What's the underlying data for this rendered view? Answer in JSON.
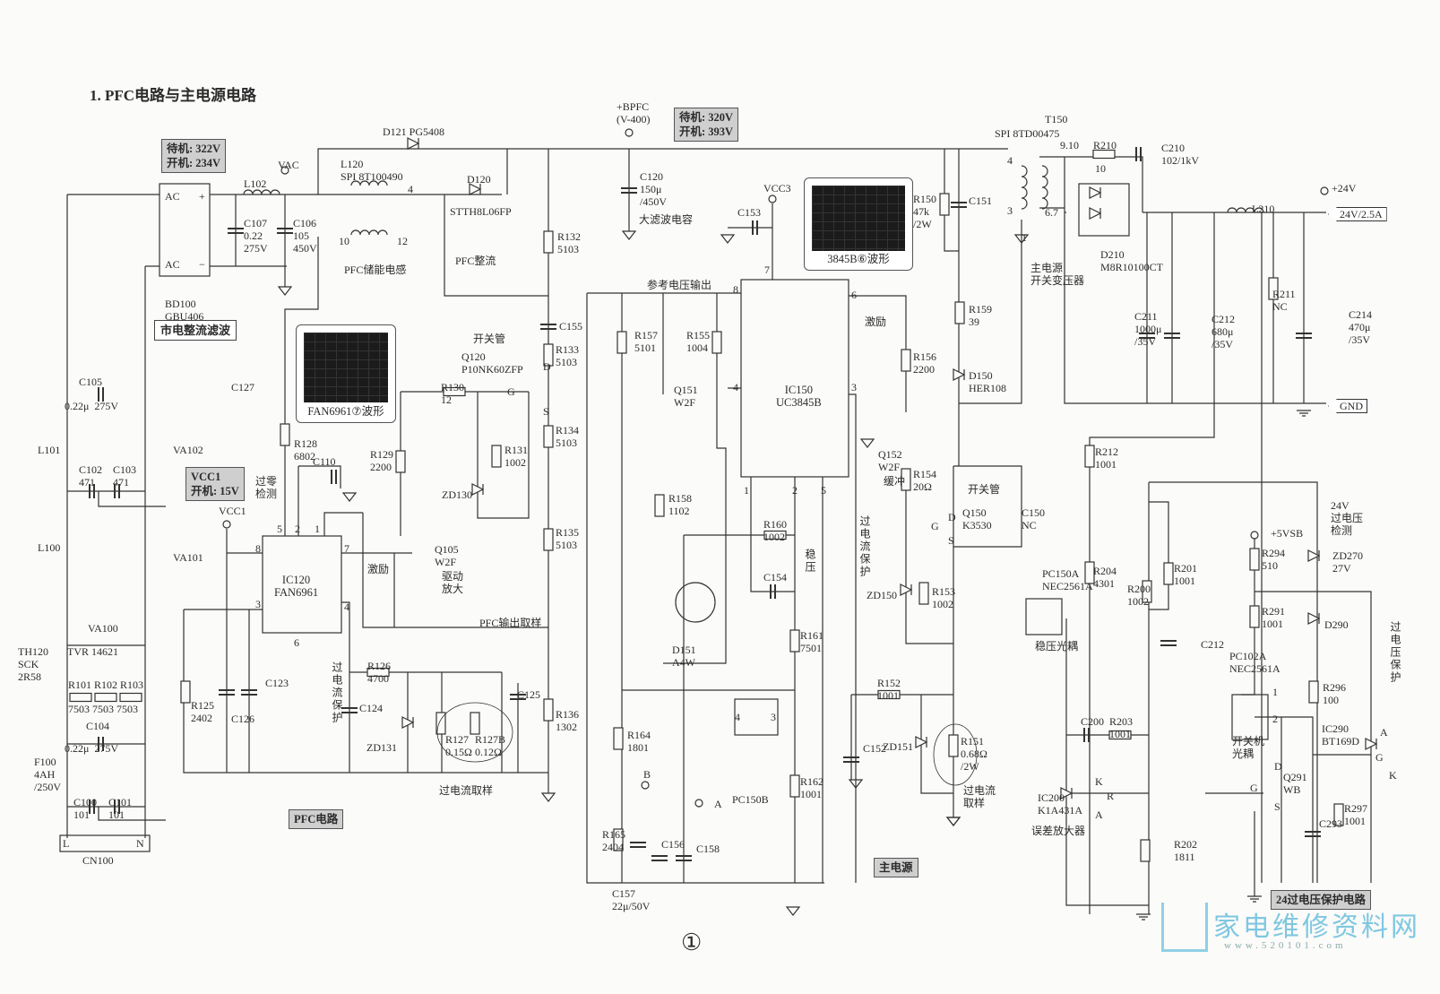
{
  "labels": {
    "title": "1. PFC电路与主电源电路",
    "box_vac": "待机: 322V\n开机: 234V",
    "vac": "VAC",
    "l102": "L102",
    "ac1": "AC",
    "ac2": "AC",
    "plus": "+",
    "minus": "−",
    "c107": "C107\n0.22\n275V",
    "c106": "C106\n105\n450V",
    "bd100": "BD100\nGBU406",
    "box_rect": "市电整流滤波",
    "d121": "D121 PG5408",
    "l120": "L120\nSPI 8T100490",
    "l120_p4": "4",
    "l120_p10": "10",
    "l120_p12": "12",
    "pfc_inductor": "PFC储能电感",
    "d120": "D120",
    "d120_part": "STTH8L06FP",
    "pfc_rect": "PFC整流",
    "bpfc": "+BPFC\n(V-400)",
    "box_bpfc": "待机: 320V\n开机: 393V",
    "c120": "C120\n150μ\n/450V",
    "big_cap": "大滤波电容",
    "vcc3": "VCC3",
    "c153": "C153",
    "r150": "R150\n47k\n/2W",
    "c151": "C151",
    "t150": "T150",
    "t150_part": "SPI 8TD00475",
    "t_p910": "9.10",
    "t_p4": "4",
    "t_p3": "3",
    "t_p67": "6.7",
    "t_p1": "1",
    "main_trans": "主电源\n开关变压器",
    "r210": "R210",
    "r210_v": "10",
    "c210": "C210\n102/1kV",
    "d210": "D210\nM8R10100CT",
    "l210": "L210",
    "p24v": "+24V",
    "out24": "24V/2.5A",
    "r211": "R211\nNC",
    "c211": "C211\n1000μ\n/35V",
    "c212a": "C212\n680μ\n/35V",
    "c214": "C214\n470μ\n/35V",
    "gnd": "GND",
    "sw_q120": "开关管",
    "q120": "Q120\nP10NK60ZFP",
    "q120_d": "D",
    "q120_g": "G",
    "q120_s": "S",
    "r130": "R130\n12",
    "c105": "C105",
    "c105_v": "0.22μ  275V",
    "l101": "L101",
    "va102": "VA102",
    "c127": "C127",
    "r128": "R128\n6802",
    "c110": "C110",
    "r129": "R129\n2200",
    "r131": "R131\n1002",
    "zd130": "ZD130",
    "r132": "R132\n5103",
    "r133": "R133\n5103",
    "r134": "R134\n5103",
    "r135": "R135\n5103",
    "c155": "C155",
    "c102": "C102\n471",
    "c103": "C103\n471",
    "box_vcc1": "VCC1\n开机: 15V",
    "zero_det": "过零\n检测",
    "vcc1": "VCC1",
    "ic120": "IC120\nFAN6961",
    "ic120_p5": "5",
    "ic120_p2": "2",
    "ic120_p1": "1",
    "ic120_p8": "8",
    "ic120_p7": "7",
    "ic120_p3": "3",
    "ic120_p4": "4",
    "ic120_p6": "6",
    "drive1": "激励",
    "q105": "Q105\nW2F",
    "drive_amp": "驱动\n放大",
    "l100": "L100",
    "va101": "VA101",
    "pfc_sample": "PFC输出取样",
    "va100": "VA100",
    "tvr": "TVR 14621",
    "th120": "TH120\nSCK\n2R58",
    "r101_103": "R101 R102 R103",
    "r101_103_v": "7503 7503 7503",
    "c104": "C104",
    "c104_v": "0.22μ  275V",
    "f100": "F100\n4AH\n/250V",
    "c100": "C100\n101",
    "c101": "C101\n101",
    "cn_l": "L",
    "cn_n": "N",
    "cn100": "CN100",
    "r125": "R125\n2402",
    "c126": "C126",
    "c123": "C123",
    "ocp1": "过电流保护",
    "r126": "R126\n4700",
    "c124": "C124",
    "zd131": "ZD131",
    "r127": "R127\n0.15Ω",
    "r127b": "R127B\n0.12Ω",
    "c125": "C125",
    "r136": "R136\n1302",
    "oc_sample1": "过电流取样",
    "box_pfc": "PFC电路",
    "ref_out": "参考电压输出",
    "ic150_p8": "8",
    "ic150_p7": "7",
    "r157": "R157\n5101",
    "r155": "R155\n1004",
    "q151": "Q151\nW2F",
    "ic150": "IC150\nUC3845B",
    "ic150_p4": "4",
    "ic150_p3": "3",
    "ic150_p6": "6",
    "ic150_p1": "1",
    "ic150_p2": "2",
    "ic150_p5": "5",
    "drive2": "激励",
    "r156": "R156\n2200",
    "r159": "R159\n39",
    "d150": "D150\nHER108",
    "q152": "Q152\nW2F",
    "buffer": "缓冲",
    "r154": "R154\n20Ω",
    "sw_q150": "开关管",
    "q150": "Q150\nK3530",
    "c150": "C150\nNC",
    "q150_d": "D",
    "q150_g": "G",
    "q150_s": "S",
    "ocp2": "过电流保护",
    "r158": "R158\n1102",
    "r160": "R160\n1002",
    "regulate": "稳压",
    "c154": "C154",
    "zd150": "ZD150",
    "r153": "R153\n1002",
    "d151": "D151\nA4W",
    "r161": "R161\n7501",
    "r164": "R164\n1801",
    "r165": "R165\n2404",
    "pc150b": "PC150B",
    "pc150b_p4": "4",
    "pc150b_p3": "3",
    "r152": "R152\n1001",
    "c152": "C152",
    "zd151": "ZD151",
    "r151": "R151\n0.68Ω\n/2W",
    "oc_sample2": "过电流\n取样",
    "pt_b": "B",
    "pt_a": "A",
    "c156": "C156",
    "c158": "C158",
    "c157": "C157\n22μ/50V",
    "r162": "R162\n1001",
    "box_main": "主电源",
    "r212": "R212\n1001",
    "pc150a": "PC150A\nNEC2561A",
    "opto_reg": "稳压光耦",
    "r204": "R204\n4301",
    "r200": "R200\n1002",
    "r201": "R201\n1001",
    "c212b": "C212",
    "c200": "C200",
    "r203": "R203\n1001",
    "ic200": "IC200\nK1A431A",
    "err_amp": "误差放大器",
    "ic200_k": "K",
    "ic200_r": "R",
    "ic200_a": "A",
    "r202": "R202\n1811",
    "p5vsb": "+5VSB",
    "r294": "R294\n510",
    "r291": "R291\n1001",
    "pc102a": "PC102A\nNEC2561A",
    "pc102a_p1": "1",
    "pc102a_p2": "2",
    "opto_sw": "开关机\n光耦",
    "q291": "Q291\nWB",
    "q291_d": "D",
    "q291_g": "G",
    "q291_s": "S",
    "ovp_det": "24V\n过电压\n检测",
    "zd270": "ZD270\n27V",
    "d290": "D290",
    "ovp": "过电压保护",
    "r296": "R296\n100",
    "ic290": "IC290\nBT169D",
    "ic290_a": "A",
    "ic290_g": "G",
    "ic290_k": "K",
    "c293": "C293",
    "r297": "R297\n1001",
    "box_ovp": "24过电压保护电路",
    "page_number": "①"
  },
  "scopes": {
    "fan6961": "FAN6961⑦波形",
    "uc3845": "3845B⑥波形"
  },
  "logo": {
    "name": "家电维修资料网",
    "url": "www.520101.com"
  },
  "colors": {
    "wire": "#333333",
    "box_fill": "#cfcfcf",
    "logo": "#7fc7e0"
  }
}
